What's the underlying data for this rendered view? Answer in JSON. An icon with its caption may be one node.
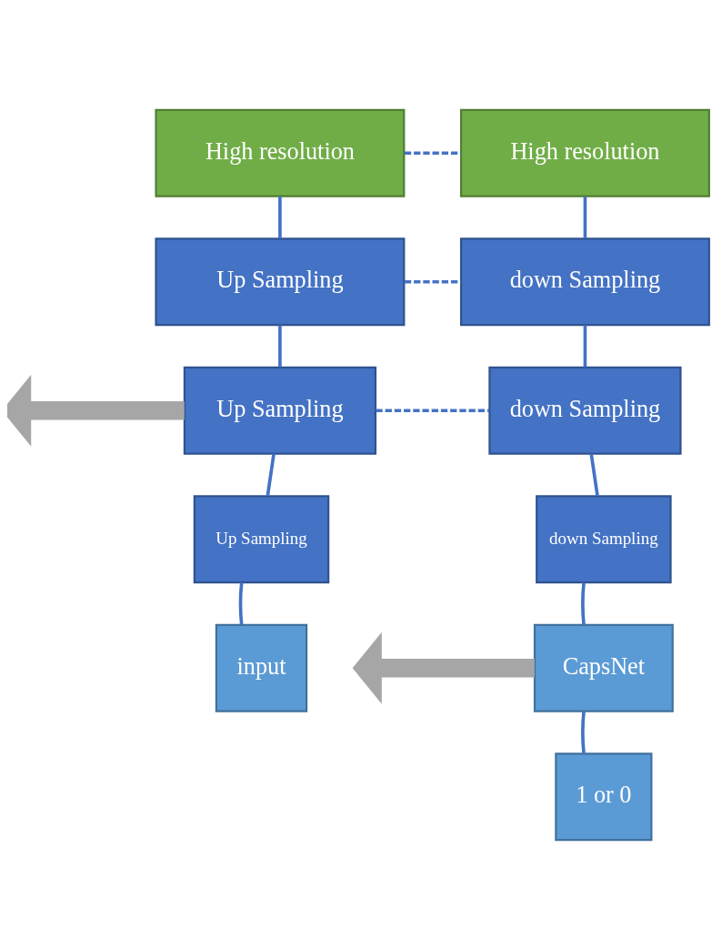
{
  "diagram": {
    "nodes": [
      {
        "text": [
          "High resolution"
        ]
      },
      {
        "text": [
          "High resolution"
        ]
      },
      {
        "text": [
          "Up Sampling"
        ]
      },
      {
        "text": [
          "down Sampling"
        ]
      },
      {
        "text": [
          "Up Sampling"
        ]
      },
      {
        "text": [
          "down Sampling"
        ]
      },
      {
        "text": [
          "Up Sampling"
        ]
      },
      {
        "text": [
          "down Sampling"
        ]
      },
      {
        "text": [
          "input"
        ]
      },
      {
        "text": [
          "CapsNet"
        ]
      },
      {
        "text": [
          "1 or 0"
        ]
      }
    ],
    "edges": [
      {
        "from": 0,
        "to": 1,
        "arrow": "none",
        "style": "dashed"
      },
      {
        "from": 0,
        "to": 2,
        "arrow": "none"
      },
      {
        "from": 1,
        "to": 3,
        "arrow": "none"
      },
      {
        "from": 2,
        "to": 3,
        "arrow": "none",
        "style": "dashed"
      },
      {
        "from": 2,
        "to": 4,
        "arrow": "none"
      },
      {
        "from": 3,
        "to": 5,
        "arrow": "none"
      },
      {
        "from": 4,
        "to": null,
        "arrow": "to",
        "style": "thick",
        "color": "#a6a6a6"
      },
      {
        "from": 4,
        "to": 5,
        "arrow": "none",
        "style": "dashed"
      },
      {
        "from": 4,
        "to": 6,
        "arrow": "none"
      },
      {
        "from": 5,
        "to": 7,
        "arrow": "none"
      },
      {
        "from": 6,
        "to": 8,
        "arrow": "none"
      },
      {
        "from": 7,
        "to": 9,
        "arrow": "none"
      },
      {
        "from": 9,
        "to": null,
        "arrow": "to",
        "style": "thick",
        "color": "#a6a6a6"
      },
      {
        "from": 9,
        "to": 10,
        "arrow": "none"
      }
    ]
  }
}
